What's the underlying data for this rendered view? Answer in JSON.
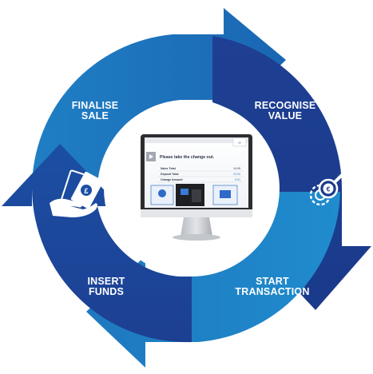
{
  "steps": {
    "finalise": [
      "FINALISE",
      "SALE"
    ],
    "recognise": [
      "RECOGNISE",
      "VALUE"
    ],
    "start": [
      "START",
      "TRANSACTION"
    ],
    "insert": [
      "INSERT",
      "FUNDS"
    ]
  },
  "screen": {
    "message": "Please take the change out.",
    "rows": [
      {
        "label": "Sales Total",
        "value": "14.99"
      },
      {
        "label": "Deposit Total",
        "value": "20.00"
      },
      {
        "label": "Change Amount",
        "value": "5.01"
      }
    ]
  },
  "colors": {
    "dark_blue": "#1d3d8f",
    "mid_blue": "#1a5fb0",
    "light_blue": "#1f87c8",
    "white": "#ffffff"
  }
}
